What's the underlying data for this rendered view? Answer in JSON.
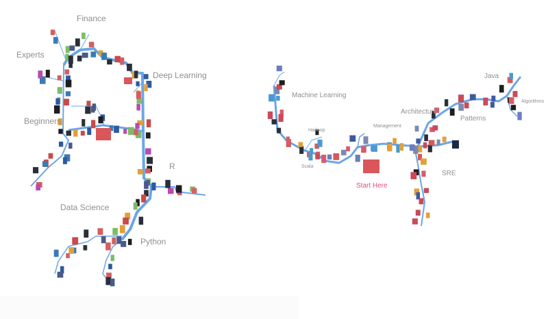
{
  "left_map": {
    "labels": {
      "finance": "Finance",
      "experts": "Experts",
      "deep_learning": "Deep Learning",
      "beginners": "Beginners",
      "r": "R",
      "data_science": "Data Science",
      "python": "Python"
    }
  },
  "right_map": {
    "labels": {
      "machine_learning": "Machine Learning",
      "hadoop": "Hadoop",
      "management": "Management",
      "architecture": "Architecture",
      "java": "Java",
      "algorithms": "Algorithms",
      "patterns": "Patterns",
      "scala": "Scala",
      "sre": "SRE",
      "start_here": "Start Here"
    }
  },
  "colors": {
    "path": "#6aa6e6",
    "label": "#8f8f8f",
    "start_here": "#e3487f"
  }
}
